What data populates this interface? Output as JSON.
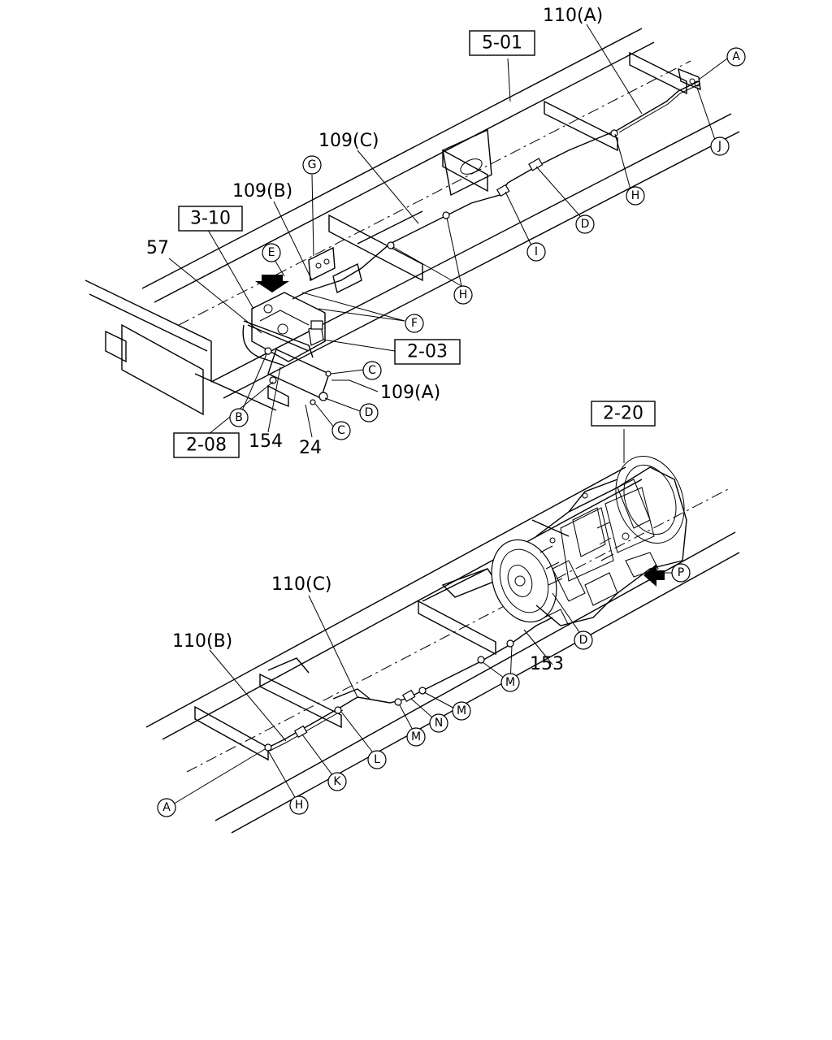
{
  "part_labels": {
    "l110a": "110(A)",
    "l109c": "109(C)",
    "l109b": "109(B)",
    "l57": "57",
    "l109a": "109(A)",
    "l154": "154",
    "l24": "24",
    "l110c": "110(C)",
    "l110b": "110(B)",
    "l153": "153"
  },
  "ref_boxes": {
    "r501": "5-01",
    "r310": "3-10",
    "r203": "2-03",
    "r208": "2-08",
    "r220": "2-20"
  },
  "callouts": {
    "top_a": "A",
    "top_j": "J",
    "top_h1": "H",
    "top_d1": "D",
    "top_i": "I",
    "top_g": "G",
    "top_e": "E",
    "top_h2": "H",
    "top_f": "F",
    "top_c1": "C",
    "top_d2": "D",
    "top_c2": "C",
    "top_b": "B",
    "bot_p": "P",
    "bot_d": "D",
    "bot_m1": "M",
    "bot_m2": "M",
    "bot_n": "N",
    "bot_m3": "M",
    "bot_l": "L",
    "bot_k": "K",
    "bot_h": "H",
    "bot_a": "A"
  }
}
